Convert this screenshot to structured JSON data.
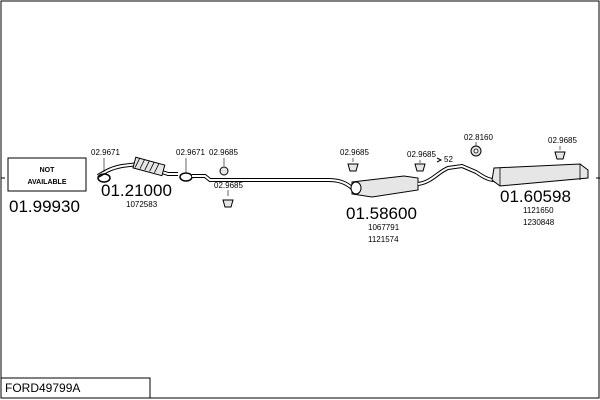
{
  "diagram": {
    "title": "FORD49799A",
    "not_available": [
      "NOT",
      "AVAILABLE"
    ],
    "sections": [
      {
        "ref": "01.99930",
        "oem": []
      },
      {
        "ref": "01.21000",
        "oem": [
          "1072583"
        ]
      },
      {
        "ref": "01.58600",
        "oem": [
          "1067791",
          "1121574"
        ]
      },
      {
        "ref": "01.60598",
        "oem": [
          "1121650",
          "1230848"
        ]
      }
    ],
    "parts": [
      "02.9671",
      "02.9671",
      "02.9685",
      "02.9685",
      "02.9685",
      "02.9685",
      "02.8160",
      "02.9685"
    ],
    "small_label": "52"
  },
  "colors": {
    "line": "#000000",
    "fill": "#e6e6e6",
    "background": "#ffffff"
  }
}
